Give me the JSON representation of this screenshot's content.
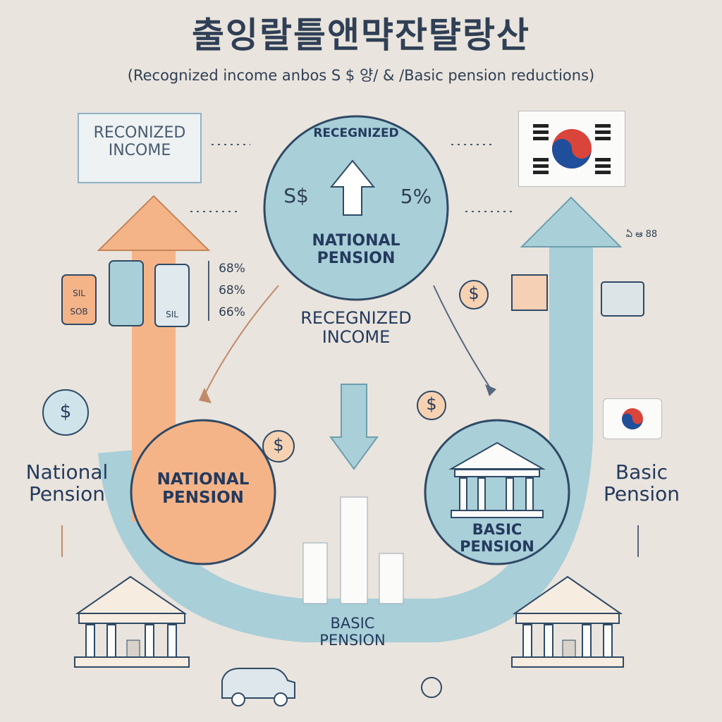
{
  "title": "출잉랄틀앤먁잔턀랑산",
  "subtitle": "(Recognized income anbos  S $ 양/  & /Basic pension reductions)",
  "box_label": "RECONIZED\nINCOME",
  "top_circle": {
    "small_label": "RECEGNIZED",
    "left_symbol": "S$",
    "right_value": "5%",
    "label": "NATIONAL\nPENSION"
  },
  "center_label": "RECEGNIZED\nINCOME",
  "left_circle_label": "NATIONAL\nPENSION",
  "right_circle_label": "BASIC\nPENSION",
  "bottom_label": "BASIC\nPENSION",
  "left_side_label": "National\nPension",
  "right_side_label": "Basic\nPension",
  "percent_list": [
    "68%",
    "68%",
    "66%"
  ],
  "coin_labels": [
    "SIL",
    "SOB",
    "SIL"
  ],
  "top_right_glyphs": "ఏ ఆ 88",
  "dollar_symbol": "$",
  "colors": {
    "orange": "#f5b488",
    "teal": "#a9cfd8",
    "navy": "#243a5e",
    "background": "#e9e4dd",
    "flag_red": "#d9443b",
    "flag_blue": "#1f4f9a"
  },
  "icons": [
    "korean-flag-icon",
    "bank-icon",
    "dollar-coin-icon",
    "coin-stack-icon",
    "bar-chart-icon",
    "car-icon",
    "arrow-up-icon",
    "arrow-down-icon"
  ]
}
